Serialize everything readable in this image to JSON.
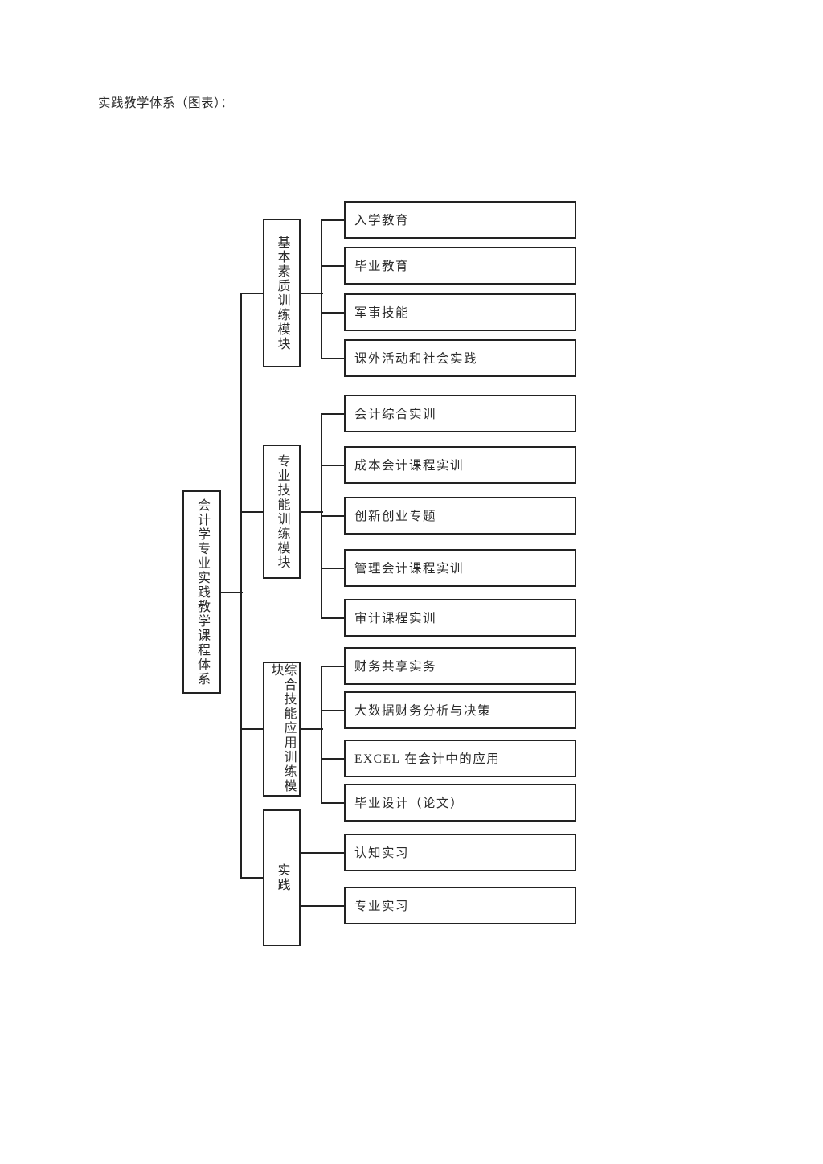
{
  "page": {
    "title": "实践教学体系（图表）："
  },
  "colors": {
    "line": "#222222",
    "text": "#2b2b2b",
    "box_fill": "#ffffff",
    "page_background": "#ffffff"
  },
  "diagram": {
    "root": {
      "label": "会计学专业实践教学课程体系"
    },
    "modules": [
      {
        "label": "基本素质训练模块",
        "children": [
          "入学教育",
          "毕业教育",
          "军事技能",
          "课外活动和社会实践"
        ]
      },
      {
        "label": "专业技能训练模块",
        "children": [
          "会计综合实训",
          "成本会计课程实训",
          "创新创业专题",
          "管理会计课程实训",
          "审计课程实训"
        ]
      },
      {
        "label": "综合技能应用训练模块",
        "children": [
          "财务共享实务",
          "大数据财务分析与决策",
          "EXCEL 在会计中的应用",
          "毕业设计（论文）"
        ]
      },
      {
        "label": "实践",
        "children": [
          "认知实习",
          "专业实习"
        ]
      }
    ]
  }
}
